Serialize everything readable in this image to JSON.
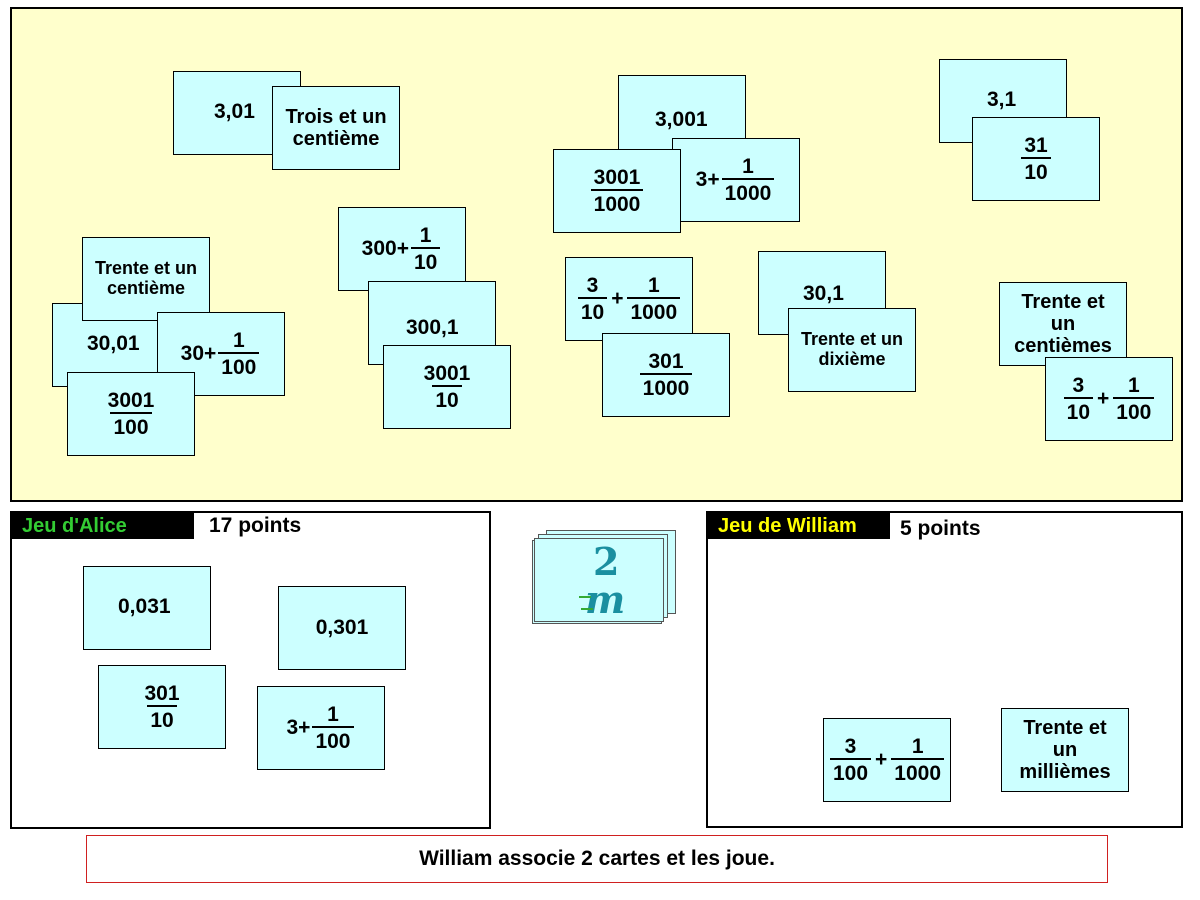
{
  "board": {
    "cards": {
      "c_301": "3,01",
      "c_trois": "Trois et un centième",
      "c_3001": "3,001",
      "c_3001_1000": {
        "num": "3001",
        "den": "1000"
      },
      "c_3_1_1000": {
        "whole": "3+",
        "num": "1",
        "den": "1000"
      },
      "c_31": "3,1",
      "c_31_10": {
        "num": "31",
        "den": "10"
      },
      "c_trente_centieme": "Trente et un centième",
      "c_3001c": "30,01",
      "c_30_1_100": {
        "whole": "30+",
        "num": "1",
        "den": "100"
      },
      "c_3001_100": {
        "num": "3001",
        "den": "100"
      },
      "c_300_1_10": {
        "whole": "300+",
        "num": "1",
        "den": "10"
      },
      "c_3001d": "300,1",
      "c_3001_10": {
        "num": "3001",
        "den": "10"
      },
      "c_3_10_1_1000": {
        "n1": "3",
        "d1": "10",
        "op": "+",
        "n2": "1",
        "d2": "1000"
      },
      "c_301_1000": {
        "num": "301",
        "den": "1000"
      },
      "c_301e": "30,1",
      "c_trente_dixieme": "Trente et un dixième",
      "c_trente_centiemes": "Trente et un centièmes",
      "c_3_10_1_100": {
        "n1": "3",
        "d1": "10",
        "op": "+",
        "n2": "1",
        "d2": "100"
      }
    }
  },
  "alice": {
    "label": "Jeu d'Alice",
    "label_color": "#33cc33",
    "points": "17 points",
    "cards": {
      "a_0031": "0,031",
      "a_0301": "0,301",
      "a_301_10": {
        "num": "301",
        "den": "10"
      },
      "a_3_1_100": {
        "whole": "3+",
        "num": "1",
        "den": "100"
      }
    }
  },
  "william": {
    "label": "Jeu de William",
    "label_color": "#ffff00",
    "points": "5 points",
    "cards": {
      "w_3_100_1_1000": {
        "n1": "3",
        "d1": "100",
        "op": "+",
        "n2": "1",
        "d2": "1000"
      },
      "w_trente_milliemes": "Trente et un millièmes"
    }
  },
  "deck": {
    "logo_text": "2M",
    "logo_color": "#1a8fa0"
  },
  "message": "William associe 2 cartes et les joue."
}
